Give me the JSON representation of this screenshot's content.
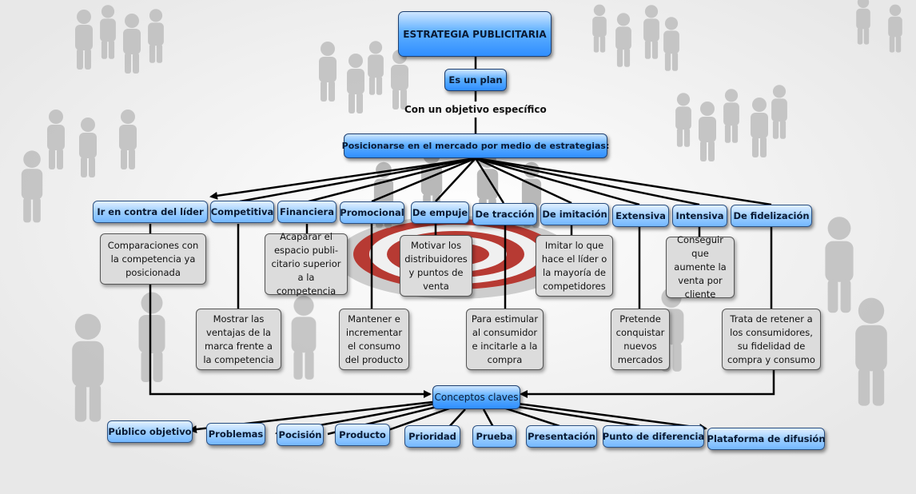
{
  "root": "ESTRATEGIA PUBLICITARIA",
  "plan": "Es un plan",
  "objective": "Con un objetivo específico",
  "position": "Posicionarse en el mercado por medio de estrategias:",
  "strategies": [
    {
      "label": "Ir en contra del líder",
      "desc": "Comparaciones con la competencia ya posicionada"
    },
    {
      "label": "Competitiva",
      "desc": "Mostrar las ventajas de la marca frente a la competencia"
    },
    {
      "label": "Financiera",
      "desc": "Acaparar el espacio publi-citario superior a la competencia"
    },
    {
      "label": "Promocional",
      "desc": "Mantener e incrementar el consumo del producto"
    },
    {
      "label": "De empuje",
      "desc": "Motivar los distribuidores y puntos de venta"
    },
    {
      "label": "De tracción",
      "desc": "Para estimular al consumidor e incitarle a la compra"
    },
    {
      "label": "De imitación",
      "desc": "Imitar lo que hace el líder o la mayoría de competidores"
    },
    {
      "label": "Extensiva",
      "desc": "Pretende conquistar nuevos mercados"
    },
    {
      "label": "Intensiva",
      "desc": "Conseguir que aumente la venta por cliente"
    },
    {
      "label": "De fidelización",
      "desc": "Trata de retener a los consumidores, su fidelidad de compra y consumo"
    }
  ],
  "key_concepts": "Conceptos claves",
  "concepts": [
    "Público objetivo",
    "Problemas",
    "Pocisión",
    "Producto",
    "Prioridad",
    "Prueba",
    "Presentación",
    "Punto de diferencia",
    "Plataforma de difusión"
  ]
}
